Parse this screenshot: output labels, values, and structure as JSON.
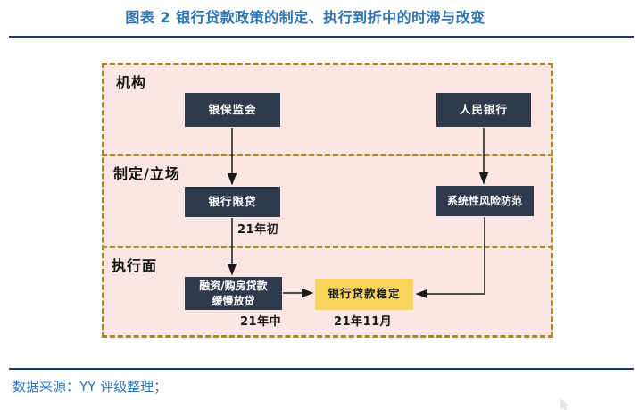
{
  "title": "图表 2 银行贷款政策的制定、执行到折中的时滞与改变",
  "source_note": "数据来源：YY 评级整理；",
  "colors": {
    "title_blue": "#2E74B5",
    "rule_navy": "#1F3864",
    "panel_pink": "#FBE6E3",
    "dashed_border_gold": "#A5862C",
    "node_dark_navy": "#2F3B4D",
    "node_highlight_yellow": "#FBD35F",
    "arrow_black": "#1A1A1A"
  },
  "diagram": {
    "sections": [
      {
        "label": "机构"
      },
      {
        "label": "制定/立场"
      },
      {
        "label": "执行面"
      }
    ],
    "nodes": {
      "cbirc": {
        "label": "银保监会"
      },
      "pboc": {
        "label": "人民银行"
      },
      "bank_loan_limit": {
        "label": "银行限贷",
        "time": "21年初"
      },
      "systemic_risk": {
        "label": "系统性风险防范"
      },
      "slow_lending": {
        "label_line1": "融资/购房贷款",
        "label_line2": "缓慢放贷",
        "time": "21年中"
      },
      "bank_loans_stable": {
        "label": "银行贷款稳定",
        "time": "21年11月"
      }
    }
  }
}
